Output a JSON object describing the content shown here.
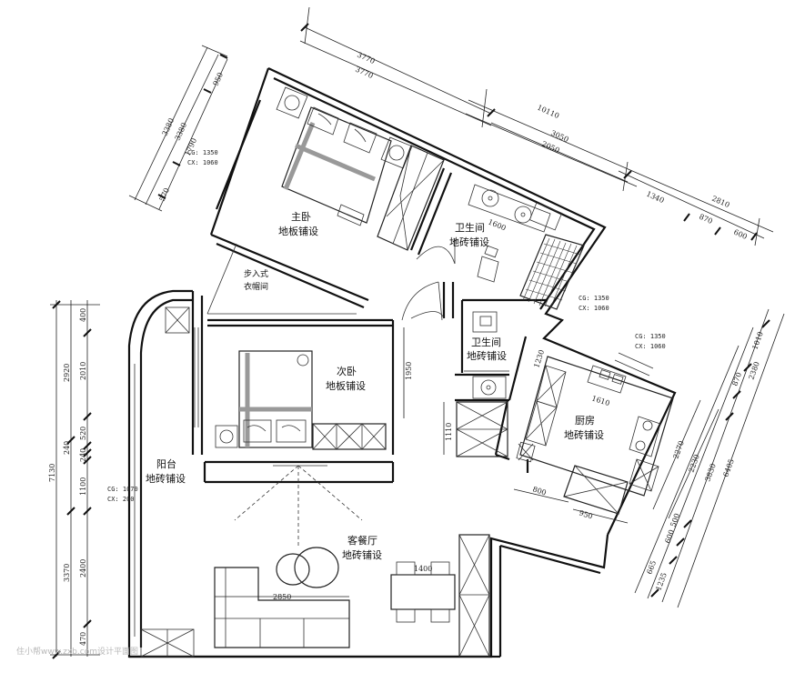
{
  "rooms": {
    "master_bedroom": [
      "主卧",
      "地板铺设"
    ],
    "bathroom_1": [
      "卫生间",
      "地砖铺设"
    ],
    "walk_in_closet": [
      "步入式",
      "衣帽间"
    ],
    "second_bedroom": [
      "次卧",
      "地板铺设"
    ],
    "bathroom_2": [
      "卫生间",
      "地砖铺设"
    ],
    "kitchen": [
      "厨房",
      "地砖铺设"
    ],
    "balcony": [
      "阳台",
      "地砖铺设"
    ],
    "living_dining": [
      "客餐厅",
      "地砖铺设"
    ]
  },
  "notes": {
    "master": [
      "CG: 1350",
      "CX: 1060"
    ],
    "bath1": [
      "CG: 1350",
      "CX: 1060"
    ],
    "kitchen": [
      "CG: 1350",
      "CX: 1060"
    ],
    "balcony": [
      "CG: 1070",
      "CX: 200"
    ]
  },
  "dimensions": {
    "top_a": "3770",
    "top_b": "3770",
    "top_total": "10110",
    "top_c": "3050",
    "top_d": "2050",
    "top_e": "1340",
    "top_f": "2810",
    "top_g": "870",
    "top_h": "600",
    "left_a": "3380",
    "left_b": "3380",
    "left_c": "950",
    "left_d": "1790",
    "left_e": "570",
    "west_total": "7130",
    "west_a": "2920",
    "west_b": "400",
    "west_c": "2010",
    "west_d": "520",
    "west_e": "240",
    "west_f": "240",
    "west_g": "1100",
    "west_h": "3370",
    "west_i": "2400",
    "west_j": "470",
    "east_a": "1010",
    "east_b": "2380",
    "east_c": "870",
    "east_d": "6405",
    "east_e": "3830",
    "east_f": "2230",
    "east_g": "2270",
    "east_h": "500",
    "east_i": "600",
    "east_j": "665",
    "east_k": "1235",
    "bath_width": "1600",
    "second_bed_h": "1950",
    "bath2_h": "1110",
    "kitchen_w": "1610",
    "kitchen_top": "1230",
    "kitchen_a": "800",
    "kitchen_b": "950",
    "sofa": "2850",
    "table": "1400"
  },
  "watermark": "住小帮www.zxb.com设计平面图"
}
